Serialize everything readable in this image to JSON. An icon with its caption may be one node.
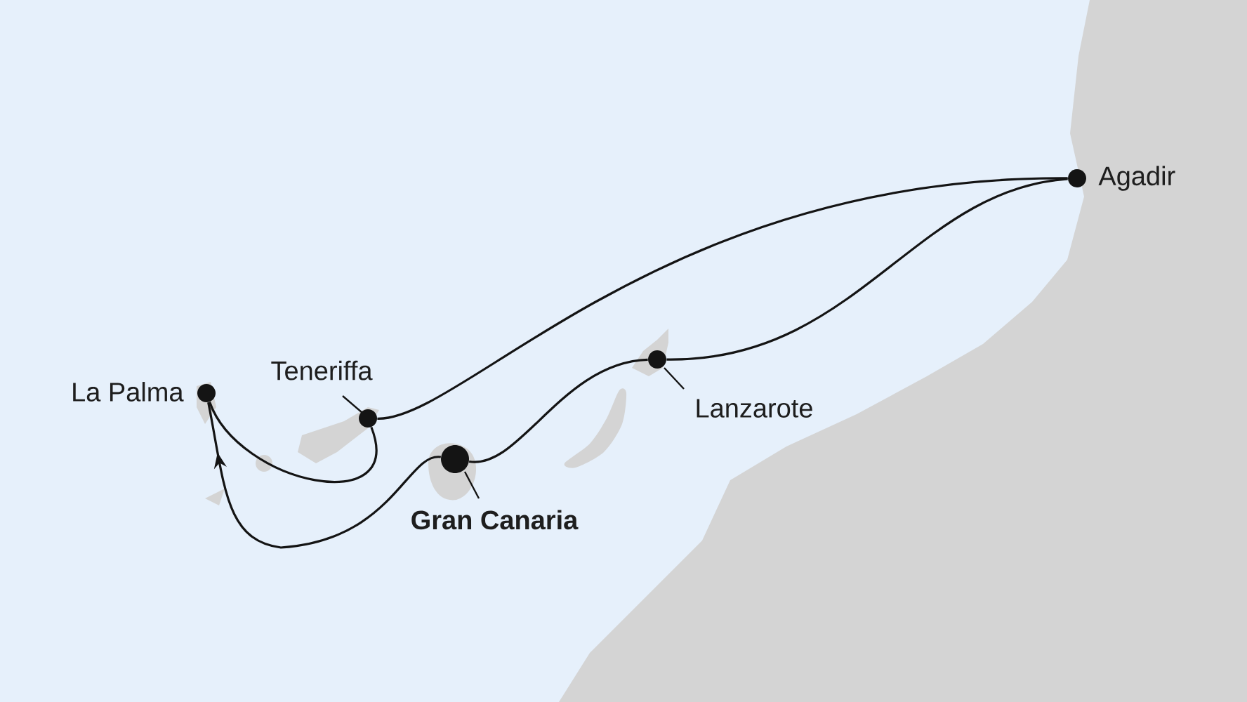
{
  "diagram": {
    "nodes": [
      {
        "text": [
          "La Palma"
        ]
      },
      {
        "text": [
          "Teneriffa"
        ]
      },
      {
        "text": [
          "Gran Canaria"
        ]
      },
      {
        "text": [
          "Lanzarote"
        ]
      },
      {
        "text": [
          "Agadir"
        ]
      }
    ],
    "edges": [
      {
        "from": 2,
        "to": 0,
        "arrow": "to"
      },
      {
        "from": 0,
        "to": 1,
        "arrow": "none"
      },
      {
        "from": 1,
        "to": 4,
        "arrow": "none"
      },
      {
        "from": 4,
        "to": 3,
        "arrow": "none"
      },
      {
        "from": 3,
        "to": 2,
        "arrow": "none"
      }
    ]
  }
}
